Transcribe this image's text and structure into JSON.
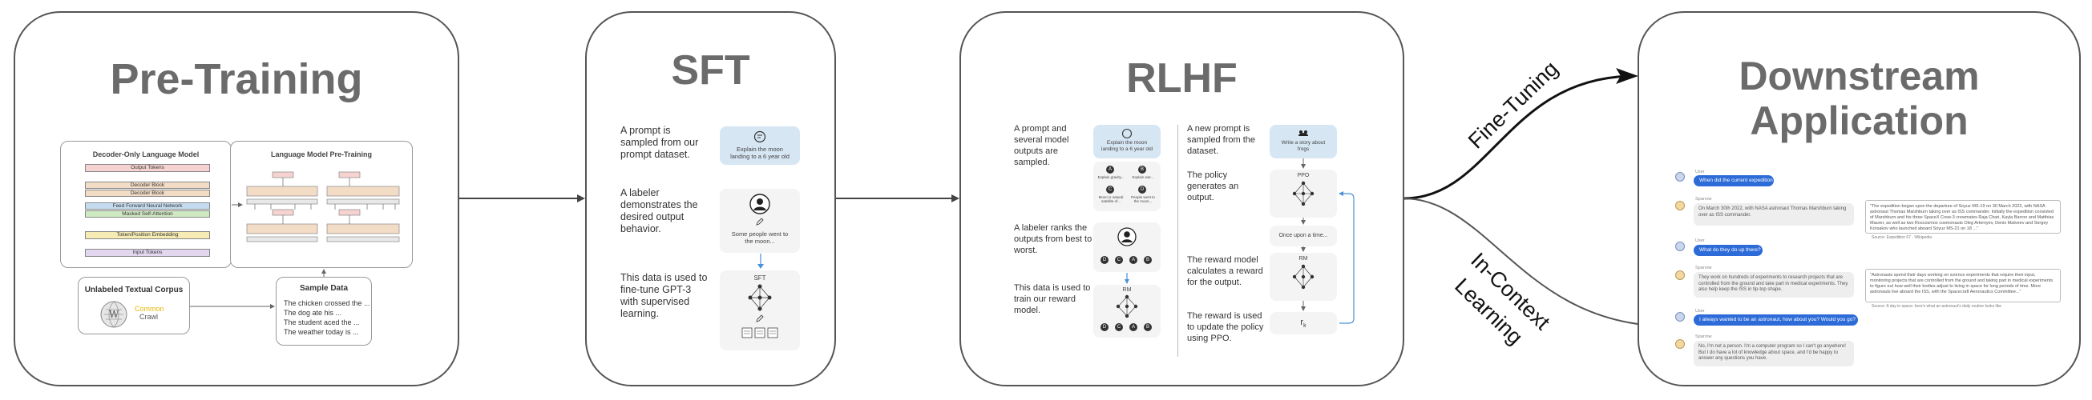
{
  "stages": {
    "pretraining": {
      "title": "Pre-Training",
      "decoder_model": {
        "title": "Decoder-Only Language Model",
        "layers": [
          "Output Tokens",
          "Decoder Block",
          "Decoder Block",
          "Feed Forward Neural Network",
          "Masked Self-Attention",
          "Token/Position Embedding",
          "Input Tokens"
        ]
      },
      "lm_pretraining": {
        "title": "Language Model Pre-Training"
      },
      "corpus": {
        "title": "Unlabeled Textual Corpus",
        "logo_text_1": "Common",
        "logo_text_2": "Crawl"
      },
      "sample_data": {
        "title": "Sample Data",
        "lines": [
          "The chicken crossed the ...",
          "The dog ate his ...",
          "The student aced the ...",
          "The weather today is ..."
        ]
      }
    },
    "sft": {
      "title": "SFT",
      "steps": [
        "A prompt is sampled from our prompt dataset.",
        "A labeler demonstrates the desired output behavior.",
        "This data is used to fine-tune GPT-3 with supervised learning."
      ],
      "prompt_card": "Explain the moon landing to a 6 year old",
      "answer_card": "Some people went to the moon...",
      "model_label": "SFT"
    },
    "rlhf": {
      "title": "RLHF",
      "left_steps": [
        "A prompt and several model outputs are sampled.",
        "A labeler ranks the outputs from best to worst.",
        "This data is used to train our reward model."
      ],
      "right_steps": [
        "A new prompt is sampled from the dataset.",
        "The policy generates an output.",
        "The reward model calculates a reward for the output.",
        "The reward is used to update the policy using PPO."
      ],
      "left_prompt": "Explain the moon landing to a 6 year old",
      "right_prompt": "Write a story about frogs",
      "output_options": [
        "A",
        "B",
        "C",
        "D"
      ],
      "option_captions": [
        "Explain gravity...",
        "Explain war...",
        "Moon is natural satellite of...",
        "People went to the moon..."
      ],
      "ranking": [
        "D",
        "C",
        "A",
        "B"
      ],
      "rm_label": "RM",
      "ppo_label": "PPO",
      "policy_output": "Once upon a time...",
      "reward_label": "r",
      "reward_sub": "k"
    },
    "downstream": {
      "title_line1": "Downstream",
      "title_line2": "Application",
      "chat": [
        {
          "role": "user",
          "label": "User",
          "text": "When did the current expedition to the ISS start?"
        },
        {
          "role": "bot",
          "label": "Sparrow",
          "text": "On March 30th 2022, with NASA astronaut Thomas Marshburn taking over as ISS commander.",
          "quote": "\"The expedition began upon the departure of Soyuz MS-19 on 30 March 2022, with NASA astronaut Thomas Marshburn taking over as ISS commander. Initially the expedition consisted of Marshburn and his three SpaceX Crew-3 crewmates Raja Chari, Kayla Barron and Matthias Maurer, as well as two Roscosmos cosmonauts Oleg Artemyev, Denis Matveev and Sergey Korsakov who launched aboard Soyuz MS-21 on 18 ...\"",
          "source": "Source: Expedition 67 - Wikipedia"
        },
        {
          "role": "user",
          "label": "User",
          "text": "What do they do up there?"
        },
        {
          "role": "bot",
          "label": "Sparrow",
          "text": "They work on hundreds of experiments to research projects that are controlled from the ground and take part in medical experiments. They also help keep the ISS in tip-top shape.",
          "quote": "\"Astronauts spend their days working on science experiments that require their input, monitoring projects that are controlled from the ground and taking part in medical experiments to figure out how well their bodies adjust to living in space for long periods of time. More astronauts live aboard the ISS, with the Spacecraft Aeronautics Committee...\"",
          "source": "Source: A day in space: here's what an astronaut's daily routine looks like"
        },
        {
          "role": "user",
          "label": "User",
          "text": "I always wanted to be an astronaut, how about you? Would you go?"
        },
        {
          "role": "bot",
          "label": "Sparrow",
          "text": "No, I'm not a person. I'm a computer program so I can't go anywhere! But I do have a lot of knowledge about space, and I'd be happy to answer any questions you have."
        }
      ]
    }
  },
  "transitions": {
    "fine_tuning": "Fine-Tuning",
    "in_context_1": "In-Context",
    "in_context_2": "Learning"
  }
}
